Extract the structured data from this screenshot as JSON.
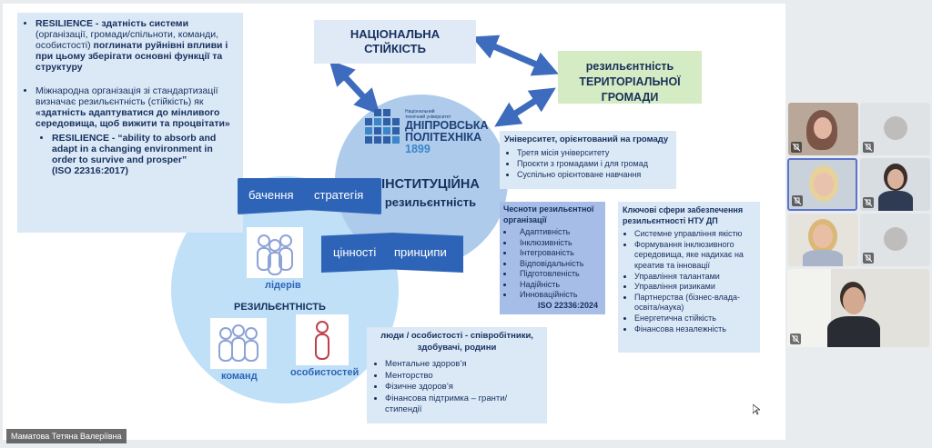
{
  "presenter_name": "Маматова Тетяна Валеріївна",
  "slide": {
    "left_box": {
      "bullet1": {
        "bold_a": "RESILIENCE - здатність системи",
        "plain_a": "(організації, громади/спільноти, команди, особистості)",
        "bold_b": "поглинати руйнівні впливи і при цьому зберігати основні функції та структуру"
      },
      "bullet2": {
        "plain_a": "Міжнародна організація зі стандартизації визначає резильєнтність (стійкість) як",
        "bold_b": "«здатність адаптуватися до мінливого середовища, щоб вижити та процвітати»"
      },
      "sub": {
        "bold": "RESILIENCE - “ability to absorb and adapt in a changing environment in order to survive and prosper”",
        "ref": "(ISO 22316:2017)"
      }
    },
    "national": "НАЦІОНАЛЬНА СТІЙКІСТЬ",
    "community": "резильєнтність ТЕРИТОРІАЛЬНОЇ ГРОМАДИ",
    "logo": {
      "small1": "Національний",
      "small2": "технічний університет",
      "name1": "ДНІПРОВСЬКА",
      "name2": "ПОЛІТЕХНІКА",
      "year": "1899"
    },
    "institutional": {
      "line1": "ІНСТИТУЦІЙНА",
      "line2": "резильєнтність"
    },
    "banner1": {
      "a": "бачення",
      "b": "стратегія"
    },
    "banner2": {
      "a": "цінності",
      "b": "принципи"
    },
    "resilience_label": "РЕЗИЛЬЄНТНІСТЬ",
    "leaders": "лідерів",
    "teams": "команд",
    "persons": "особистостей",
    "university_box": {
      "title": "Університет, орієнтований на громаду",
      "items": [
        "Третя місія університету",
        "Проєкти з громадами і для громад",
        "Суспільно орієнтоване навчання"
      ]
    },
    "virtues_box": {
      "title": "Чесноти резильєнтної організації",
      "items": [
        "Адаптивність",
        "Інклюзивність",
        "Інтегрованість",
        "Відповідальність",
        "Підготовленість",
        "Надійність",
        "Инноваційність"
      ],
      "ref": "ISO 22336:2024"
    },
    "spheres_box": {
      "title": "Ключові сфери забезпечення резильєнтності НТУ ДП",
      "items": [
        "Системне управління якістю",
        "Формування інклюзивного середовища, яке надихає на креатив та інновації",
        "Управління талантами",
        "Управління ризиками",
        "Партнерства (бізнес-влада-освіта/наука)",
        "Енергетична стійкість",
        "Фінансова незалежність"
      ]
    },
    "people_box": {
      "title": "люди / особистості - співробітники, здобувачі, родини",
      "items": [
        "Ментальне здоров’я",
        "Менторство",
        "Фізичне здоров’я",
        "Фінансова підтримка – гранти/стипендії"
      ]
    }
  },
  "colors": {
    "light_blue_box": "#dbe8f6",
    "national_box": "#dfeaf6",
    "community_box": "#d5ebc3",
    "circle_top": "#aecbeb",
    "circle_bottom": "#bfe0f7",
    "banner": "#2e64b8",
    "virtues_box": "#a6bde7",
    "arrow": "#3d6bbd",
    "text_dark": "#16305e"
  }
}
